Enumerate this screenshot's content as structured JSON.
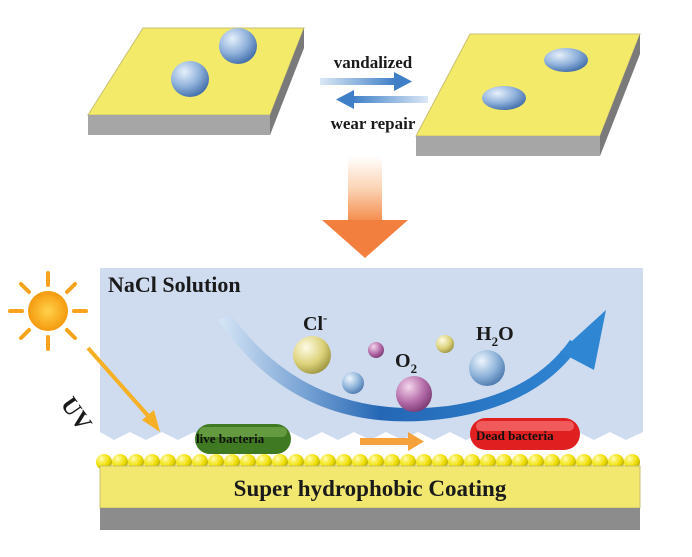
{
  "top": {
    "vandalized_label": "vandalized",
    "repair_label": "wear repair"
  },
  "bottom": {
    "solution_label": "NaCl Solution",
    "chloride_label": "Cl",
    "chloride_sup": "-",
    "oxygen_label": "O",
    "oxygen_sub": "2",
    "water_label_a": "H",
    "water_sub": "2",
    "water_label_b": "O",
    "uv_label": "UV",
    "live_bacteria_label": "live bacteria",
    "dead_bacteria_label": "Dead bacteria",
    "coating_label": "Super hydrophobic Coating"
  },
  "colors": {
    "coating_yellow": "#f2e870",
    "coating_gray": "#8c8c8c",
    "solution_blue": "#cfdcef",
    "arrow_orange": "#f5a23a",
    "arrow_blue": "#2d7bc4",
    "live_bacteria": "#3f7a22",
    "dead_bacteria": "#e02020"
  }
}
